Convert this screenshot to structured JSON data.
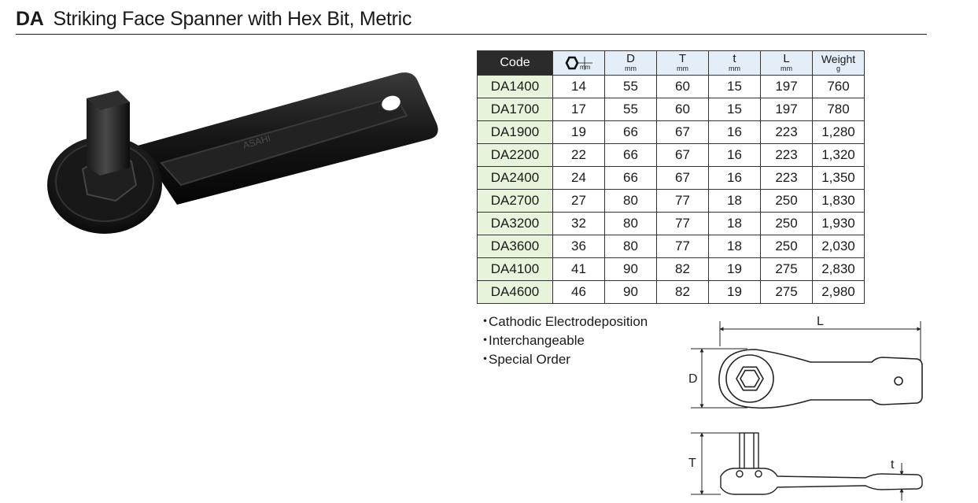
{
  "header": {
    "series": "DA",
    "title": "Striking Face Spanner with Hex Bit, Metric"
  },
  "product_image": {
    "brand_mark": "ASAHI"
  },
  "table": {
    "columns": [
      {
        "key": "code",
        "label": "Code",
        "unit": ""
      },
      {
        "key": "hex",
        "label": "",
        "unit": "mm",
        "icon": "hex-bit-icon"
      },
      {
        "key": "D",
        "label": "D",
        "unit": "mm"
      },
      {
        "key": "T",
        "label": "T",
        "unit": "mm"
      },
      {
        "key": "t",
        "label": "t",
        "unit": "mm"
      },
      {
        "key": "L",
        "label": "L",
        "unit": "mm"
      },
      {
        "key": "weight",
        "label": "Weight",
        "unit": "g"
      }
    ],
    "rows": [
      [
        "DA1400",
        "14",
        "55",
        "60",
        "15",
        "197",
        "760"
      ],
      [
        "DA1700",
        "17",
        "55",
        "60",
        "15",
        "197",
        "780"
      ],
      [
        "DA1900",
        "19",
        "66",
        "67",
        "16",
        "223",
        "1,280"
      ],
      [
        "DA2200",
        "22",
        "66",
        "67",
        "16",
        "223",
        "1,320"
      ],
      [
        "DA2400",
        "24",
        "66",
        "67",
        "16",
        "223",
        "1,350"
      ],
      [
        "DA2700",
        "27",
        "80",
        "77",
        "18",
        "250",
        "1,830"
      ],
      [
        "DA3200",
        "32",
        "80",
        "77",
        "18",
        "250",
        "1,930"
      ],
      [
        "DA3600",
        "36",
        "80",
        "77",
        "18",
        "250",
        "2,030"
      ],
      [
        "DA4100",
        "41",
        "90",
        "82",
        "19",
        "275",
        "2,830"
      ],
      [
        "DA4600",
        "46",
        "90",
        "82",
        "19",
        "275",
        "2,980"
      ]
    ]
  },
  "notes": [
    "Cathodic Electrodeposition",
    "Interchangeable",
    "Special Order"
  ],
  "note_bullet": "・",
  "drawing": {
    "label_L": "L",
    "label_D": "D",
    "label_T": "T",
    "label_t": "t"
  }
}
